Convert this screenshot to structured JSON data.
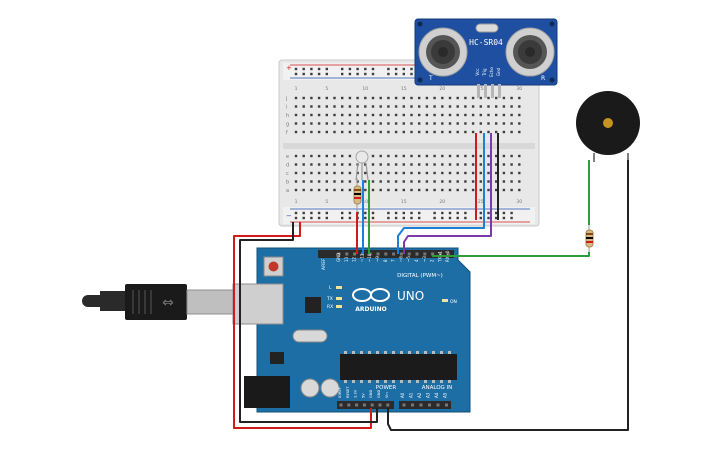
{
  "sensor": {
    "model": "HC-SR04",
    "pins": [
      "Vcc",
      "Trig",
      "Echo",
      "Gnd"
    ],
    "corner_left": "T",
    "corner_right": "R",
    "colors": {
      "board": "#1f4fa0",
      "transducer": "#c8c8c8"
    }
  },
  "breadboard": {
    "row_letters_top": [
      "j",
      "i",
      "h",
      "g",
      "f"
    ],
    "row_letters_bottom": [
      "e",
      "d",
      "c",
      "b",
      "a"
    ],
    "column_numbers": [
      "1",
      "5",
      "10",
      "15",
      "20",
      "25",
      "30"
    ],
    "rail_plus": "+",
    "rail_minus": "−",
    "colors": {
      "body": "#e6e6e6",
      "hole": "#3d3d3d"
    }
  },
  "arduino": {
    "brand": "ARDUINO",
    "model": "UNO",
    "digital_label": "DIGITAL (PWM~)",
    "power_label": "POWER",
    "analog_label": "ANALOG IN",
    "on_label": "ON",
    "l_label": "L",
    "tx_label": "TX",
    "rx_label": "RX",
    "aref_label": "AREF",
    "digital_pins": [
      "GND",
      "13",
      "12",
      "~11",
      "~10",
      "~9",
      "8",
      "7",
      "~6",
      "~5",
      "4",
      "~3",
      "2",
      "TX→1",
      "RX←0"
    ],
    "power_pins": [
      "IOREF",
      "RESET",
      "3.3V",
      "5V",
      "GND",
      "GND",
      "Vin"
    ],
    "analog_pins": [
      "A0",
      "A1",
      "A2",
      "A3",
      "A4",
      "A5"
    ],
    "colors": {
      "board": "#1e6ea6",
      "header": "#2b2b2b"
    }
  },
  "buzzer": {
    "colors": {
      "body": "#1a1a1a",
      "center": "#c69320"
    }
  },
  "wires": {
    "colors": {
      "red": "#d11b1b",
      "black": "#222222",
      "green": "#2e9e3a",
      "blue": "#1e7fd6",
      "purple": "#7c3aa8",
      "orange": "#e07a1c"
    }
  }
}
